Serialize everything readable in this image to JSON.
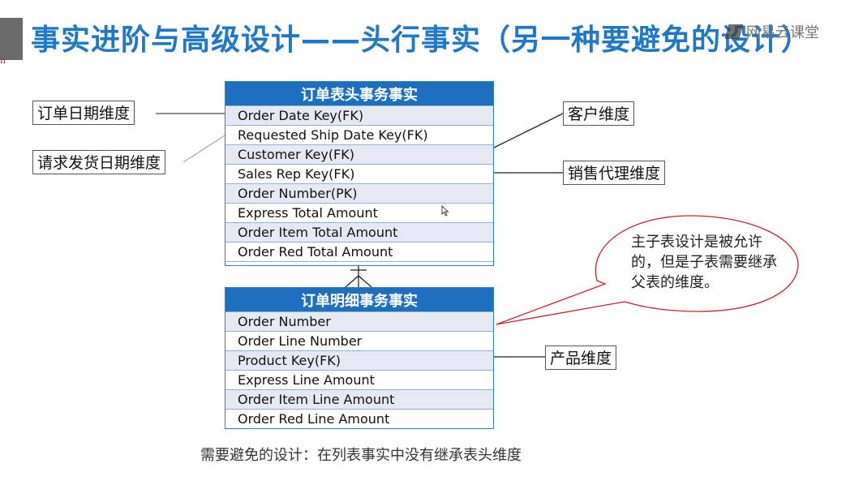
{
  "slide": {
    "title": "事实进阶与高级设计——头行事实（另一种要避免的设计）",
    "logo_text": "网易云课堂",
    "corner_mark": "n"
  },
  "header_table": {
    "title": "订单表头事务事实",
    "rows": [
      "Order Date Key(FK)",
      "Requested Ship Date Key(FK)",
      "Customer Key(FK)",
      "Sales Rep Key(FK)",
      "Order Number(PK)",
      "Express Total Amount",
      "Order Item Total Amount",
      "Order Red Total Amount"
    ]
  },
  "line_table": {
    "title": "订单明细事务事实",
    "rows": [
      "Order Number",
      "Order Line Number",
      "Product Key(FK)",
      "Express Line Amount",
      "Order Item Line Amount",
      "Order Red Line Amount"
    ]
  },
  "dimensions": {
    "order_date": "订单日期维度",
    "requested_ship_date": "请求发货日期维度",
    "customer": "客户维度",
    "sales_rep": "销售代理维度",
    "product": "产品维度"
  },
  "callout": {
    "text": "主子表设计是被允许的，但是子表需要继承父表的维度。"
  },
  "note": "需要避免的设计：在列表事实中没有继承表头维度",
  "colors": {
    "title": "#1f78c8",
    "table_header": "#1f6fc0",
    "row_shade": "#e6e9f3",
    "callout_border": "#c0262c"
  }
}
